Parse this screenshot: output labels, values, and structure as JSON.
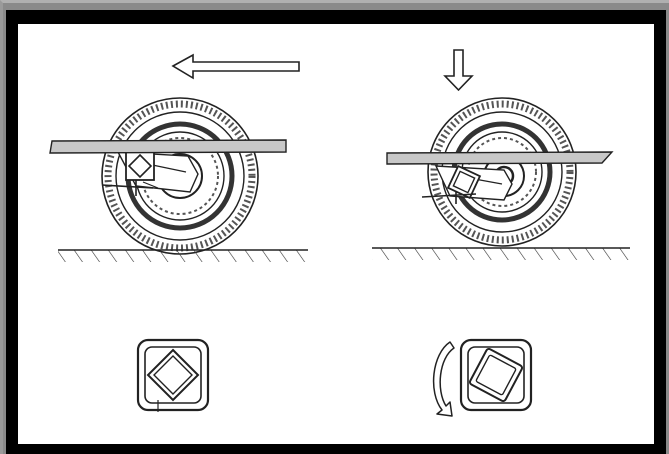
{
  "figure": {
    "panels": [
      {
        "id": "left",
        "motion": "horizontal-arrow",
        "spring_block": "square-bushing"
      },
      {
        "id": "right",
        "motion": "downward-arrow",
        "spring_block": "rotated-bushing-with-curved-arrow"
      }
    ],
    "colors": {
      "background": "#ffffff",
      "frame": "#000000",
      "line": "#222222",
      "beam_fill": "#c8c8c8",
      "ground_fill": "#bdbdbd"
    },
    "icons": [
      "arrow-left-icon",
      "arrow-down-icon",
      "rotate-arrow-icon"
    ]
  }
}
